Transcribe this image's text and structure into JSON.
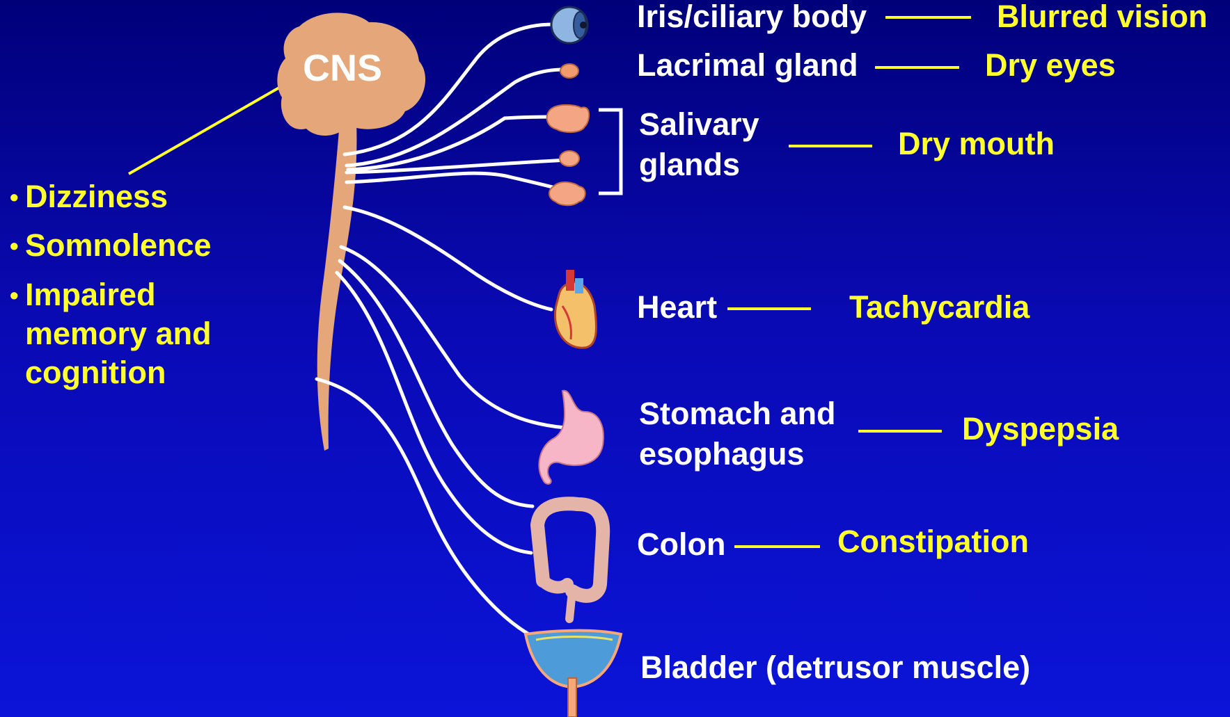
{
  "cns": {
    "label": "CNS"
  },
  "cns_effects": [
    "Dizziness",
    "Somnolence",
    "Impaired",
    "memory and",
    "cognition"
  ],
  "organs": {
    "iris": {
      "label": "Iris/ciliary body",
      "effect": "Blurred vision"
    },
    "lacrimal": {
      "label": "Lacrimal gland",
      "effect": "Dry eyes"
    },
    "salivary": {
      "label_line1": "Salivary",
      "label_line2": "glands",
      "effect": "Dry mouth"
    },
    "heart": {
      "label": "Heart",
      "effect": "Tachycardia"
    },
    "stomach": {
      "label_line1": "Stomach and",
      "label_line2": "esophagus",
      "effect": "Dyspepsia"
    },
    "colon": {
      "label": "Colon",
      "effect": "Constipation"
    },
    "bladder": {
      "label": "Bladder (detrusor muscle)"
    }
  },
  "colors": {
    "background_top": "#00007a",
    "background_bottom": "#0b14d8",
    "effect_text": "#ffff2e",
    "organ_text": "#ffffff",
    "brain": "#e5a779",
    "nerve": "#ffffff"
  }
}
